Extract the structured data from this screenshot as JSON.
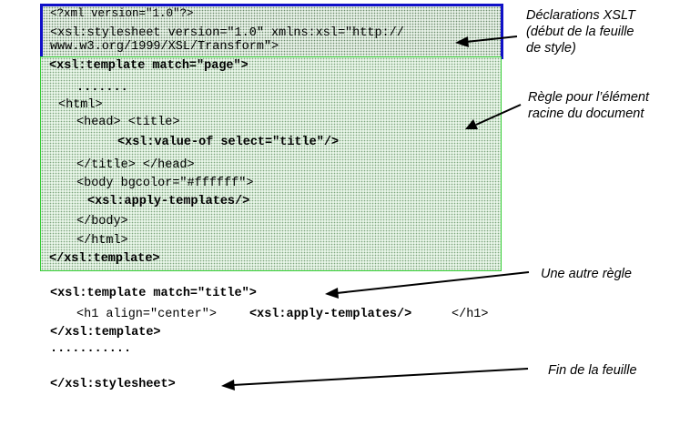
{
  "decl": {
    "line1": "<?xml version=\"1.0\"?>",
    "line2": "<xsl:stylesheet version=\"1.0\" xmlns:xsl=\"http://",
    "line3": "www.w3.org/1999/XSL/Transform\">"
  },
  "rule1": {
    "open": "<xsl:template match=\"page\">",
    "dots": ".......",
    "html_open": "<html>",
    "head_title": "<head> <title>",
    "value_of": "<xsl:value-of select=\"title\"/>",
    "title_head_close": "</title> </head>",
    "body_open": "<body bgcolor=\"#ffffff\">",
    "apply": "<xsl:apply-templates/>",
    "body_close": "</body>",
    "html_close": "</html>",
    "close": "</xsl:template>"
  },
  "rule2": {
    "open": "<xsl:template match=\"title\">",
    "h1_open": "<h1 align=\"center\">",
    "apply": "<xsl:apply-templates/>",
    "h1_close": "</h1>",
    "close": "</xsl:template>",
    "dots": "..........."
  },
  "end": {
    "close": "</xsl:stylesheet>"
  },
  "annotations": {
    "decl": "Déclarations XSLT\n(début de la feuille\nde style)",
    "root_rule": "Règle pour l’élément\nracine du document",
    "other_rule": "Une autre règle",
    "end_sheet": "Fin de la feuille"
  },
  "colors": {
    "decl_border": "#1010c8",
    "rule_border": "#33cc33"
  }
}
